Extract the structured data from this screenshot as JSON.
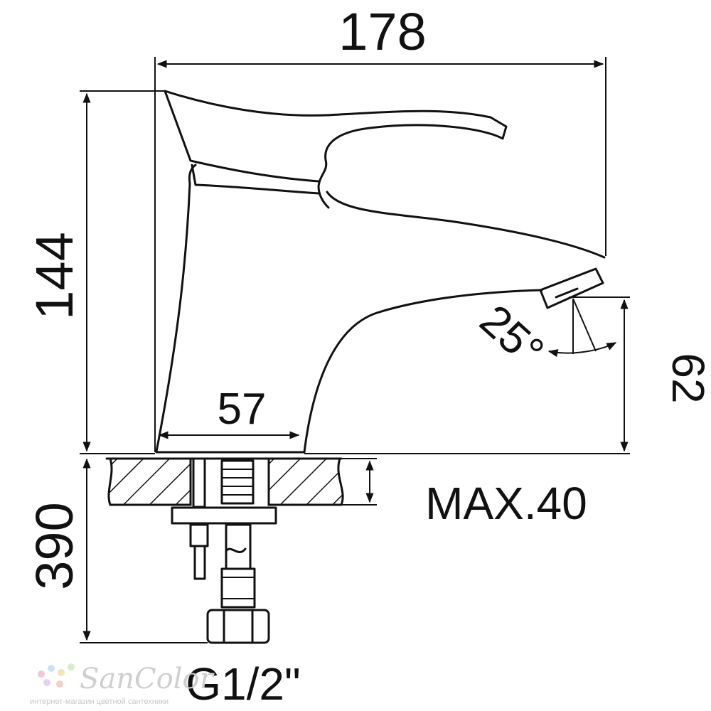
{
  "dimensions": {
    "width": "178",
    "height": "144",
    "base": "57",
    "spout_height": "62",
    "angle": "25°",
    "max_thickness": "MAX.40",
    "hose_length": "390",
    "thread": "G1/2\""
  },
  "watermark": {
    "brand": "SanColor",
    "tagline": "интернет-магазин цветной сантехники"
  },
  "colors": {
    "line": "#111111",
    "background": "#ffffff",
    "watermark": "#cfcfcf"
  }
}
